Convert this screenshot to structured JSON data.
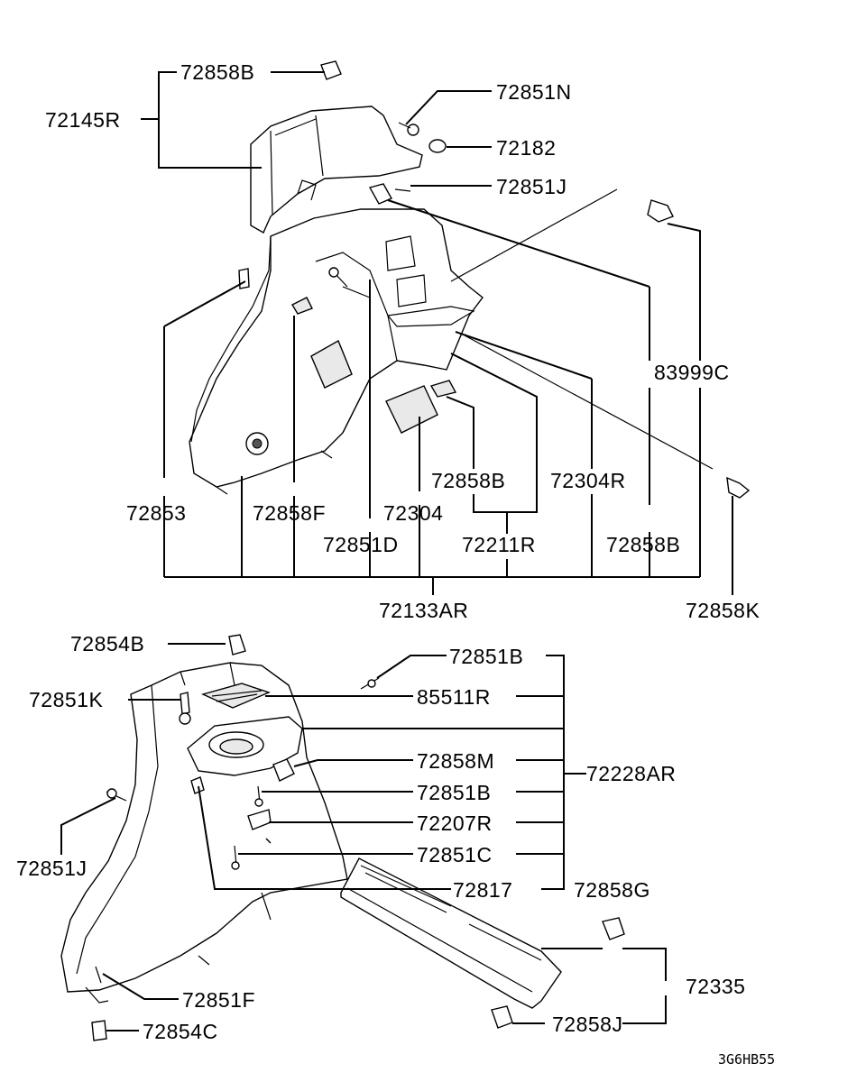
{
  "labels": {
    "p72858B_top": "72858B",
    "p72145R": "72145R",
    "p72851N": "72851N",
    "p72182": "72182",
    "p72851J_top": "72851J",
    "p83999C": "83999C",
    "p72853": "72853",
    "p72858F": "72858F",
    "p72304": "72304",
    "p72858B_mid": "72858B",
    "p72304R": "72304R",
    "p72851D": "72851D",
    "p72211R": "72211R",
    "p72858B_right": "72858B",
    "p72133AR": "72133AR",
    "p72858K": "72858K",
    "p72854B": "72854B",
    "p72851B_top": "72851B",
    "p72851K": "72851K",
    "p85511R": "85511R",
    "p72858M": "72858M",
    "p72228AR": "72228AR",
    "p72851B_mid": "72851B",
    "p72207R": "72207R",
    "p72851J_left": "72851J",
    "p72851C": "72851C",
    "p72817": "72817",
    "p72858G": "72858G",
    "p72335": "72335",
    "p72851F": "72851F",
    "p72858J": "72858J",
    "p72854C": "72854C"
  },
  "diagram_code": "3G6HB55"
}
